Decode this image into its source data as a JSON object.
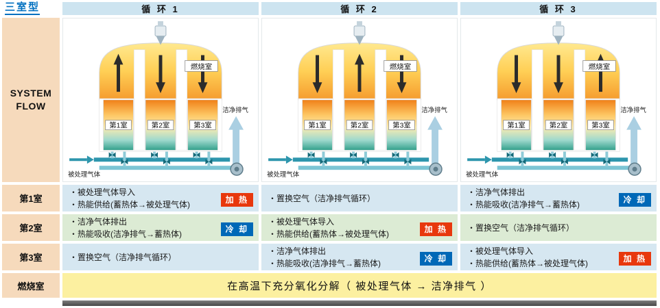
{
  "title": {
    "label": "三室型"
  },
  "header": {
    "cycles": [
      "循 环 1",
      "循 环 2",
      "循 环 3"
    ]
  },
  "sidebar": {
    "system_flow_line1": "SYSTEM",
    "system_flow_line2": "FLOW"
  },
  "diagram": {
    "combustion_label": "燃烧室",
    "chamber_labels": [
      "第1室",
      "第2室",
      "第3室"
    ],
    "clean_exhaust_label": "洁净排气",
    "raw_gas_label": "被处理气体"
  },
  "cycles": [
    {
      "inlet": 0,
      "outlet": 1,
      "purge": 2
    },
    {
      "inlet": 1,
      "outlet": 2,
      "purge": 0
    },
    {
      "inlet": 2,
      "outlet": 0,
      "purge": 1
    }
  ],
  "badges": {
    "heat": {
      "text": "加 热",
      "color": "#e8380d"
    },
    "cool": {
      "text": "冷 却",
      "color": "#0068b7"
    }
  },
  "table": {
    "rows": [
      {
        "label": "第1室",
        "cells": [
          {
            "lines": [
              "・被处理气体导入",
              "・热能供给(蓄热体→被处理气体)"
            ],
            "badge": "heat"
          },
          {
            "lines": [
              "・置换空气（洁净排气循环）"
            ]
          },
          {
            "lines": [
              "・洁净气体排出",
              "・热能吸收(洁净排气→蓄热体)"
            ],
            "badge": "cool"
          }
        ]
      },
      {
        "label": "第2室",
        "cells": [
          {
            "lines": [
              "・洁净气体排出",
              "・热能吸收(洁净排气→蓄热体)"
            ],
            "badge": "cool"
          },
          {
            "lines": [
              "・被处理气体导入",
              "・热能供给(蓄热体→被处理气体)"
            ],
            "badge": "heat"
          },
          {
            "lines": [
              "・置换空气（洁净排气循环）"
            ]
          }
        ]
      },
      {
        "label": "第3室",
        "cells": [
          {
            "lines": [
              "・置换空气（洁净排气循环）"
            ]
          },
          {
            "lines": [
              "・洁净气体排出",
              "・热能吸收(洁净排气→蓄热体)"
            ],
            "badge": "cool"
          },
          {
            "lines": [
              "・被处理气体导入",
              "・热能供给(蓄热体→被处理气体)"
            ],
            "badge": "heat"
          }
        ]
      }
    ],
    "combustion_row": {
      "label": "燃烧室",
      "text": "在高温下充分氧化分解（ 被处理气体 → 洁净排气 ）"
    }
  },
  "colors": {
    "header_bg": "#cde4f0",
    "sidebar_bg": "#f6dabc",
    "row_blue": "#d6e7f1",
    "row_green": "#dcebd4",
    "combustion_bg": "#fcf0a0",
    "title_blue": "#0070c0"
  }
}
